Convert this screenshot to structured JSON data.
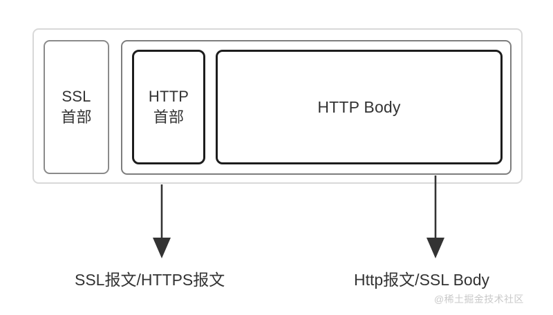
{
  "diagram": {
    "type": "layered-packet-structure",
    "background_color": "#ffffff",
    "text_color": "#333333",
    "outer_container": {
      "name": "ssl-packet",
      "border_color": "#d8d8d8",
      "label": ""
    },
    "boxes": [
      {
        "id": "ssl-header",
        "label": "SSL\n首部",
        "border_color": "#8a8a8a"
      },
      {
        "id": "http-packet",
        "label": "",
        "border_color": "#7d7d7d"
      },
      {
        "id": "http-header",
        "label": "HTTP\n首部",
        "border_color": "#1c1c1c"
      },
      {
        "id": "http-body",
        "label": "HTTP Body",
        "border_color": "#1c1c1c"
      }
    ],
    "annotations": [
      {
        "id": "left-annotation",
        "caption": "SSL报文/HTTPS报文",
        "arrow_color": "#333333"
      },
      {
        "id": "right-annotation",
        "caption": "Http报文/SSL Body",
        "arrow_color": "#333333"
      }
    ],
    "watermark": "@稀土掘金技术社区"
  }
}
